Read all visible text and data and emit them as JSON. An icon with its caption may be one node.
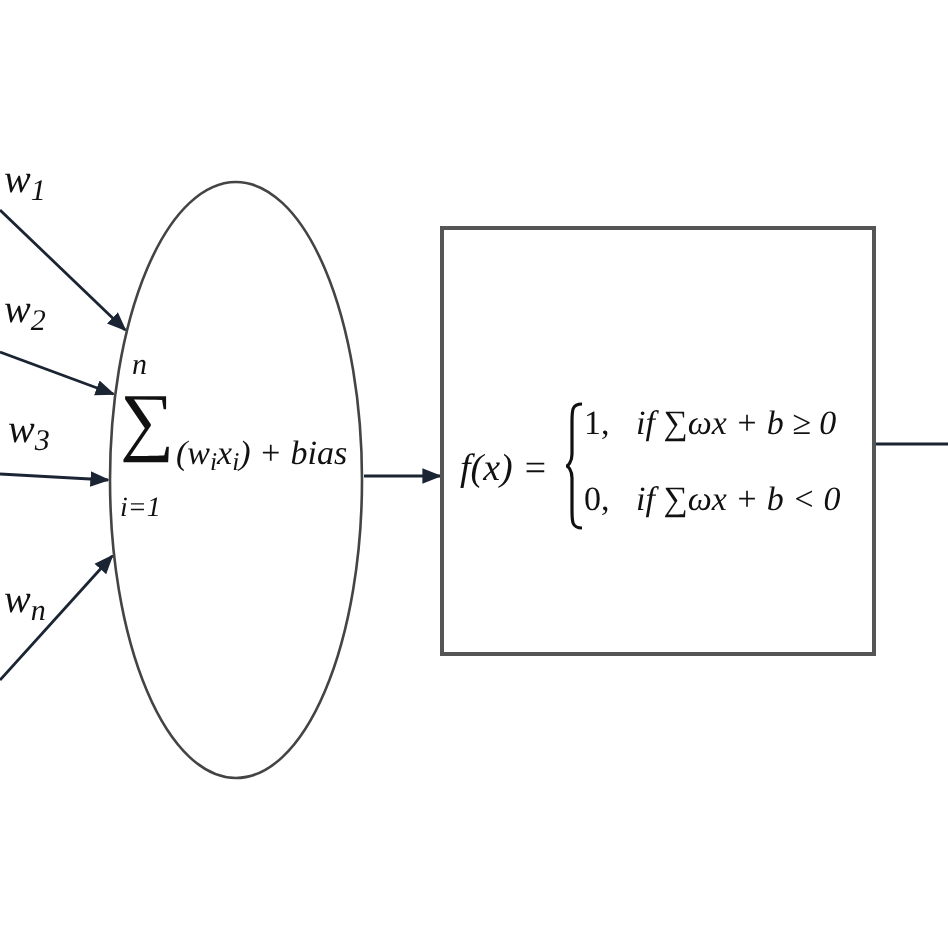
{
  "diagram": {
    "nodes": [
      {
        "text": [
          "n",
          "∑",
          "(w$_{i}$x$_{i}$) + bias",
          "i=1"
        ]
      },
      {
        "text": [
          "f(x) =",
          "1,",
          "if ∑ωx + b ≥ 0",
          "0,",
          "if ∑ωx + b < 0"
        ]
      }
    ],
    "edges": [
      {
        "from": null,
        "to": 0,
        "arrow": "to",
        "label": "w$_{1}$"
      },
      {
        "from": null,
        "to": 0,
        "arrow": "to",
        "label": "w$_{2}$"
      },
      {
        "from": null,
        "to": 0,
        "arrow": "to",
        "label": "w$_{3}$"
      },
      {
        "from": null,
        "to": 0,
        "arrow": "to",
        "label": "w$_{n}$"
      },
      {
        "from": 0,
        "to": 1,
        "arrow": "to"
      },
      {
        "from": 1,
        "to": null,
        "arrow": "none"
      }
    ]
  }
}
